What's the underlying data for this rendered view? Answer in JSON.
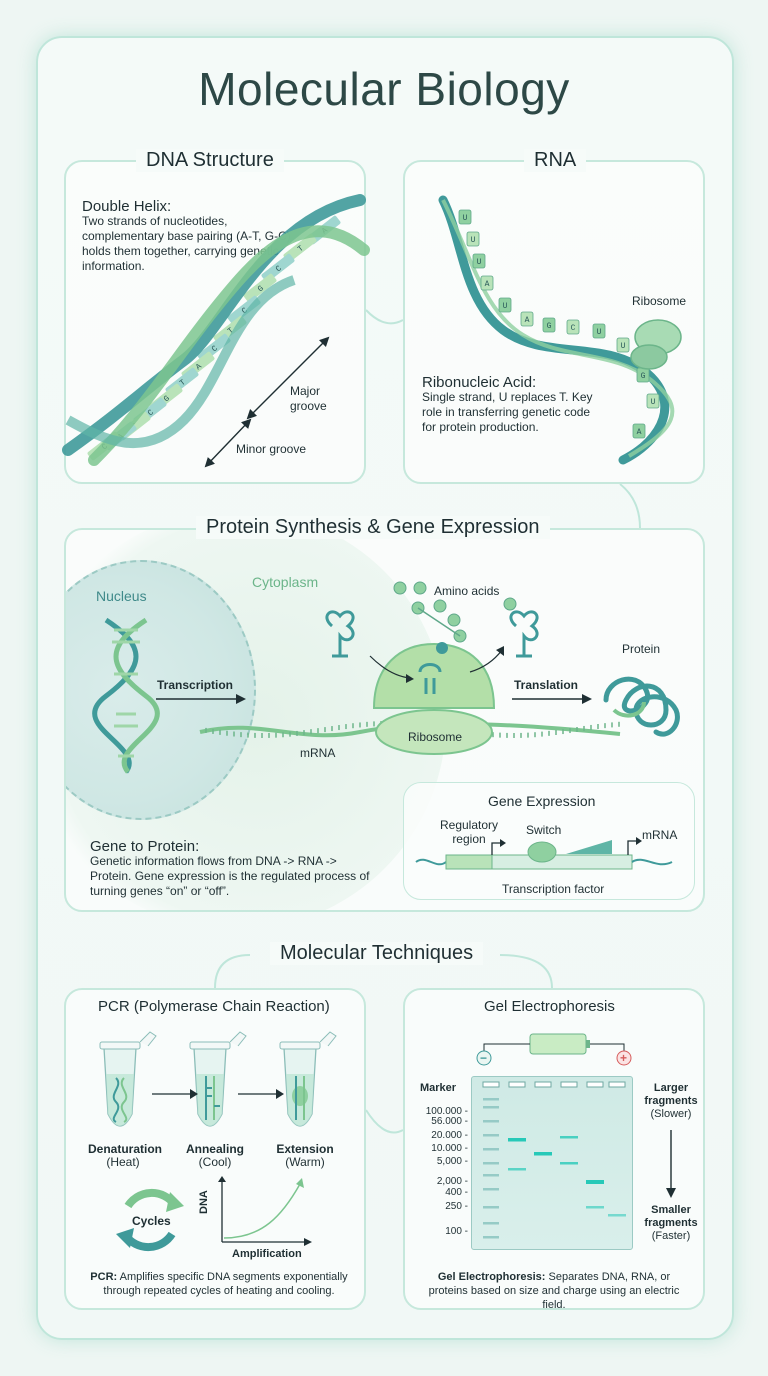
{
  "title": "Molecular Biology",
  "dna": {
    "title": "DNA Structure",
    "heading": "Double Helix:",
    "text": "Two strands of nucleotides, complementary base pairing (A-T, G-C) holds them together, carrying genetic information.",
    "major_groove": "Major groove",
    "minor_groove": "Minor groove",
    "bases": [
      "A",
      "T",
      "C",
      "G",
      "C",
      "T",
      "C",
      "A",
      "T",
      "G",
      "C",
      "T",
      "A",
      "C"
    ]
  },
  "rna": {
    "title": "RNA",
    "ribosome_label": "Ribosome",
    "heading": "Ribonucleic Acid:",
    "text": "Single strand, U replaces T. Key role in transferring genetic code for protein production.",
    "bases": [
      "U",
      "U",
      "U",
      "A",
      "U",
      "A",
      "G",
      "C",
      "U",
      "U",
      "G",
      "U",
      "A"
    ]
  },
  "protein": {
    "title": "Protein Synthesis & Gene Expression",
    "nucleus": "Nucleus",
    "cytoplasm": "Cytoplasm",
    "transcription": "Transcription",
    "mrna": "mRNA",
    "amino_acids": "Amino acids",
    "ribosome": "Ribosome",
    "translation": "Translation",
    "protein_label": "Protein",
    "heading": "Gene to Protein:",
    "text": "Genetic information flows from DNA -> RNA -> Protein. Gene expression is the regulated process of turning genes “on” or “off”.",
    "gene_expression": {
      "title": "Gene Expression",
      "regulatory_region": "Regulatory region",
      "switch": "Switch",
      "mrna": "mRNA",
      "transcription_factor": "Transcription factor"
    }
  },
  "techniques": {
    "title": "Molecular Techniques",
    "pcr": {
      "title": "PCR (Polymerase Chain Reaction)",
      "steps": [
        {
          "name": "Denaturation",
          "condition": "(Heat)"
        },
        {
          "name": "Annealing",
          "condition": "(Cool)"
        },
        {
          "name": "Extension",
          "condition": "(Warm)"
        }
      ],
      "cycles": "Cycles",
      "y_label": "DNA",
      "x_label": "Amplification",
      "caption_bold": "PCR:",
      "caption": " Amplifies specific DNA segments exponentially through repeated cycles of heating and cooling."
    },
    "gel": {
      "title": "Gel Electrophoresis",
      "minus": "−",
      "plus": "+",
      "marker": "Marker",
      "sizes": [
        "100.000 -",
        "56.000 -",
        "20.000 -",
        "10.000 -",
        "5,000 -",
        "2,000 -",
        "400 -",
        "250 -",
        "100 -"
      ],
      "larger_bold": "Larger",
      "larger_bold2": "fragments",
      "larger_note": "(Slower)",
      "smaller_bold": "Smaller",
      "smaller_bold2": "fragments",
      "smaller_note": "(Faster)",
      "caption_bold": "Gel Electrophoresis:",
      "caption": " Separates DNA, RNA, or proteins based on size and charge using an electric field."
    }
  },
  "colors": {
    "teal": "#3f9a9a",
    "green": "#7cc58f",
    "light_green": "#b9e3b9",
    "dark_teal": "#2b7a7f",
    "accent_bright": "#27c9b8"
  }
}
